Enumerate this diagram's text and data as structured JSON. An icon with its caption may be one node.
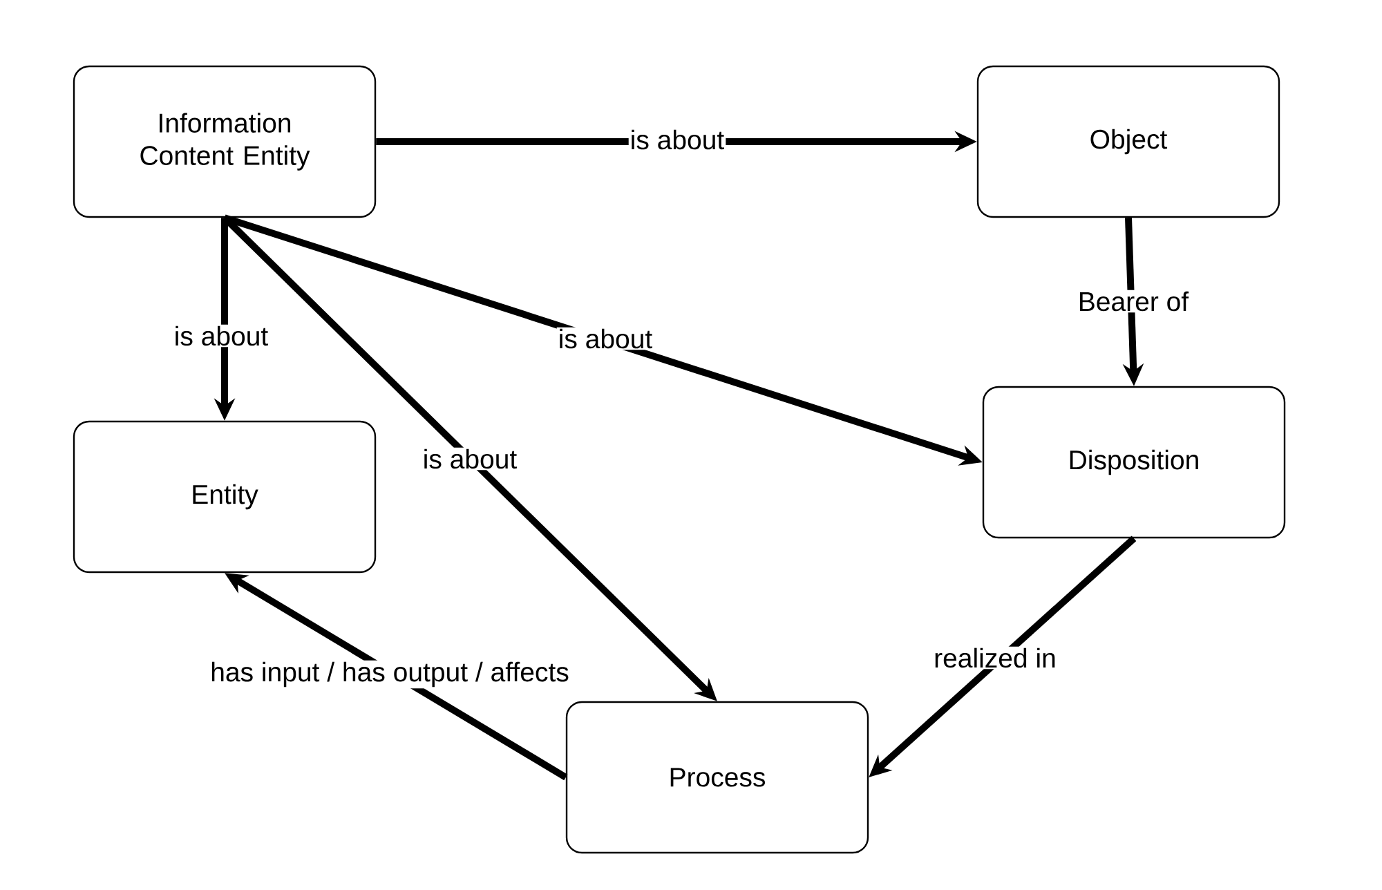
{
  "diagram": {
    "nodes": [
      {
        "text": [
          "Information Content Entity"
        ]
      },
      {
        "text": [
          "Object"
        ]
      },
      {
        "text": [
          "Entity"
        ]
      },
      {
        "text": [
          "Disposition"
        ]
      },
      {
        "text": [
          "Process"
        ]
      }
    ],
    "edges": [
      {
        "from": 0,
        "to": 1,
        "arrow": "to",
        "label": "is about"
      },
      {
        "from": 0,
        "to": 2,
        "arrow": "to",
        "label": "is about"
      },
      {
        "from": 0,
        "to": 3,
        "arrow": "to",
        "label": "is about"
      },
      {
        "from": 0,
        "to": 4,
        "arrow": "to",
        "label": "is about"
      },
      {
        "from": 1,
        "to": 3,
        "arrow": "to",
        "label": "Bearer of"
      },
      {
        "from": 3,
        "to": 4,
        "arrow": "to",
        "label": "realized in"
      },
      {
        "from": 4,
        "to": 2,
        "arrow": "to",
        "label": "has input / has output / affects"
      }
    ]
  }
}
